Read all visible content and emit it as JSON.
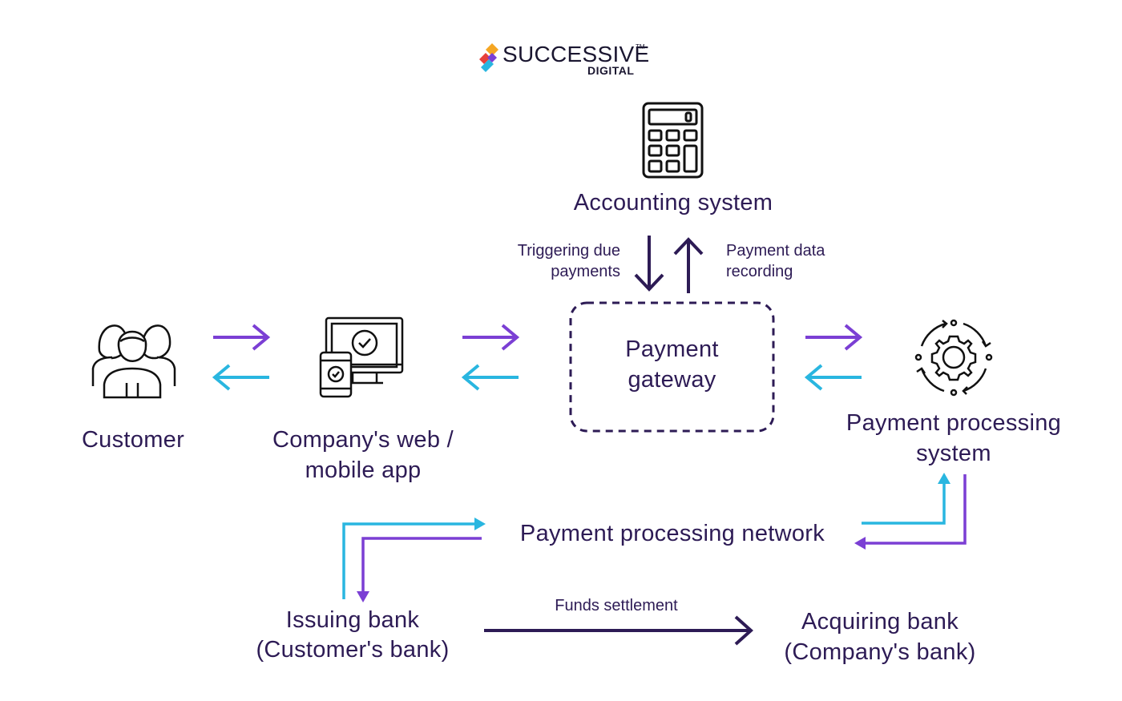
{
  "logo": {
    "name": "SUCCESSIVE",
    "tm": "TM",
    "sub": "DIGITAL"
  },
  "nodes": {
    "accounting": "Accounting system",
    "gateway_line1": "Payment",
    "gateway_line2": "gateway",
    "customer": "Customer",
    "webapp_line1": "Company's web /",
    "webapp_line2": "mobile app",
    "processing_line1": "Payment processing",
    "processing_line2": "system",
    "network": "Payment processing network",
    "issuing_line1": "Issuing bank",
    "issuing_line2": "(Customer's bank)",
    "acquiring_line1": "Acquiring bank",
    "acquiring_line2": "(Company's bank)"
  },
  "edges": {
    "triggering_line1": "Triggering due",
    "triggering_line2": "payments",
    "recording_line1": "Payment data",
    "recording_line2": "recording",
    "funds": "Funds settlement"
  },
  "colors": {
    "purple": "#7b3fd4",
    "cyan": "#29b6e0",
    "navy": "#2d1b55"
  }
}
